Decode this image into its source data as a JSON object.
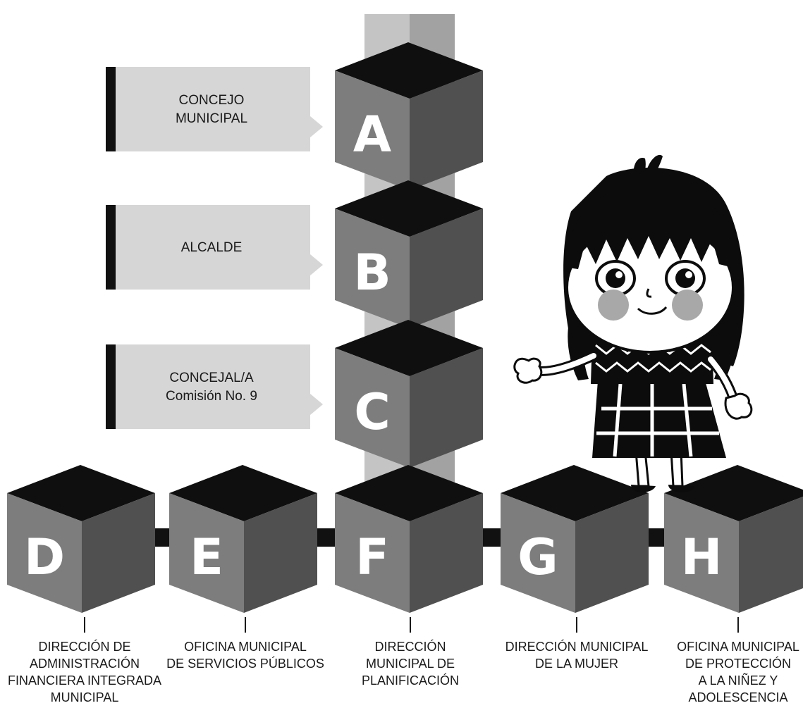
{
  "hierarchy": [
    {
      "letter": "A",
      "label": [
        "CONCEJO",
        "MUNICIPAL"
      ]
    },
    {
      "letter": "B",
      "label": [
        "ALCALDE"
      ]
    },
    {
      "letter": "C",
      "label": [
        "CONCEJAL/A",
        "Comisión No. 9"
      ]
    }
  ],
  "offices": [
    {
      "letter": "D",
      "label": [
        "DIRECCIÓN DE",
        "ADMINISTRACIÓN",
        "FINANCIERA INTEGRADA",
        "MUNICIPAL"
      ]
    },
    {
      "letter": "E",
      "label": [
        "OFICINA MUNICIPAL",
        "DE SERVICIOS PÚBLICOS"
      ]
    },
    {
      "letter": "F",
      "label": [
        "DIRECCIÓN",
        "MUNICIPAL DE",
        "PLANIFICACIÓN"
      ]
    },
    {
      "letter": "G",
      "label": [
        "DIRECCIÓN MUNICIPAL",
        "DE LA MUJER"
      ]
    },
    {
      "letter": "H",
      "label": [
        "OFICINA MUNICIPAL",
        "DE PROTECCIÓN",
        "A LA NIÑEZ Y",
        "ADOLESCENCIA"
      ]
    }
  ],
  "colors": {
    "box_front": "#7d7d7d",
    "box_side": "#505050",
    "box_top": "#0f0f0f",
    "pillar_light": "#c4c4c4",
    "pillar_dark": "#a2a2a2",
    "label_bg": "#d6d6d6",
    "connector": "#111111",
    "girl_cheek": "#a8a8a8"
  },
  "illustration": "girl-in-traditional-dress"
}
